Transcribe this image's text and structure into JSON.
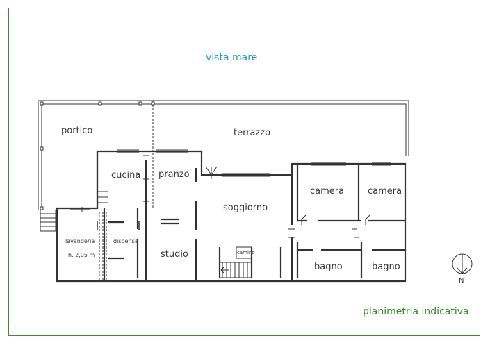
{
  "header": {
    "view_label": "vista mare"
  },
  "footer": {
    "caption": "planimetria indicativa"
  },
  "rooms": {
    "portico": "portico",
    "terrazzo": "terrazzo",
    "cucina": "cucina",
    "pranzo": "pranzo",
    "soggiorno": "soggiorno",
    "camera_1": "camera",
    "camera_2": "camera",
    "lavanderia": "lavanderia",
    "lavanderia_height": "h. 2,05 m",
    "dispensa": "dispensa",
    "studio": "studio",
    "camino": "camino",
    "bagno_1": "bagno",
    "bagno_2": "bagno"
  },
  "compass": {
    "label": "N"
  },
  "colors": {
    "frame": "#3f8a2e",
    "view_label": "#1aa0d8",
    "caption": "#2f8a1f",
    "walls": "#333333"
  }
}
